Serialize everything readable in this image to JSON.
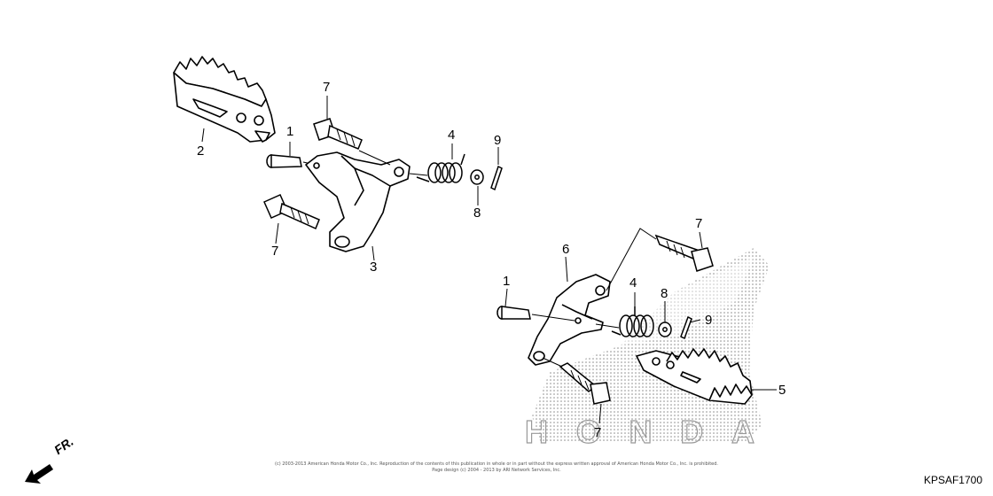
{
  "callouts": {
    "left_2": "2",
    "left_7_top": "7",
    "left_1": "1",
    "left_4": "4",
    "left_9": "9",
    "left_8": "8",
    "left_7_bottom": "7",
    "left_3": "3",
    "right_6": "6",
    "right_7_top": "7",
    "right_1": "1",
    "right_4": "4",
    "right_8": "8",
    "right_9": "9",
    "right_5": "5",
    "right_7_bottom": "7"
  },
  "orientation_label": "FR.",
  "watermark_text": "HONDA",
  "copyright_line1": "(c) 2003-2013 American Honda Motor Co., Inc. Reproduction of the contents of this publication in whole or in part without the express written approval of American Honda Motor Co., Inc. is prohibited.",
  "copyright_line2": "Page design (c) 2004 - 2013 by ARI Network Services, Inc.",
  "drawing_code": "KPSAF1700"
}
